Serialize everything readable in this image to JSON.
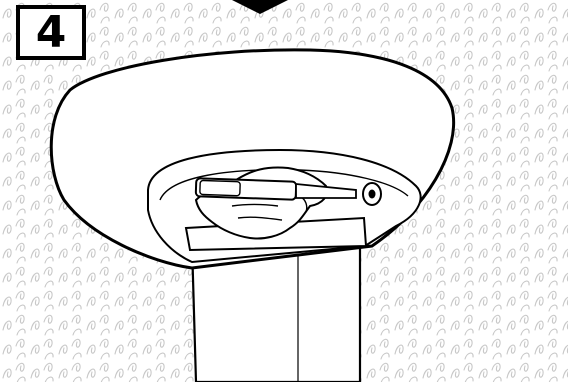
{
  "step": {
    "number": "4"
  },
  "illustration": {
    "subject": "instruction-illustration",
    "background_pattern": "swirl-pattern",
    "colors": {
      "line": "#000000",
      "fill": "#ffffff",
      "pattern": "#c8c8c8"
    }
  }
}
